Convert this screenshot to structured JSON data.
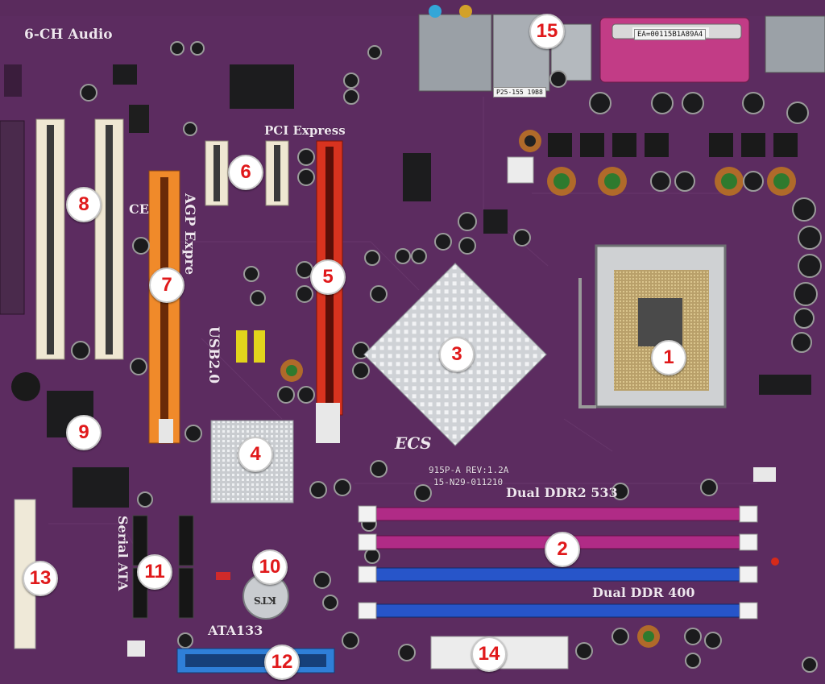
{
  "silkscreen": {
    "audio": "6-CH Audio",
    "pci_express": "PCI Express",
    "agp": "AGP Expre",
    "usb": "USB2.0",
    "serial_ata": "Serial ATA",
    "ata": "ATA133",
    "dual_ddr2": "Dual DDR2 533",
    "dual_ddr": "Dual DDR 400",
    "board_rev": "915P-A REV:1.2A",
    "board_code": "15-N29-011210",
    "ecs_logo": "ECS",
    "mac_sticker": "EA=00115B1A89A4",
    "lan_chip": "P25-155 19B8",
    "battery": "KTS",
    "ce_mark": "CE"
  },
  "callouts": [
    "1",
    "2",
    "3",
    "4",
    "5",
    "6",
    "7",
    "8",
    "9",
    "10",
    "11",
    "12",
    "13",
    "14",
    "15"
  ],
  "colors": {
    "board": "#5a2b5d",
    "callout_text": "#e0191b",
    "pcie_x16": "#d8331f",
    "agp_slot": "#f08a2a",
    "pci_slot": "#efe7d2",
    "ddr2_slot": "#b02b86",
    "ddr_slot": "#2755c9",
    "ide_connector": "#2f7fd8",
    "parallel_port": "#c23c86"
  }
}
